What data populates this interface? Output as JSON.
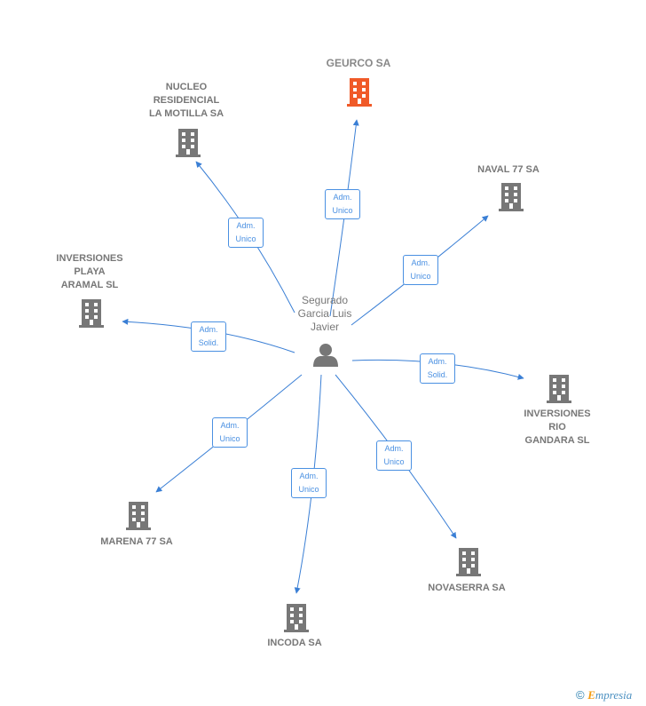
{
  "center": {
    "label": "Segurado\nGarcia Luis\nJavier"
  },
  "companies": [
    {
      "id": "geurco",
      "label": "GEURCO SA",
      "highlight": true
    },
    {
      "id": "nucleo",
      "label": "NUCLEO\nRESIDENCIAL\nLA MOTILLA SA",
      "highlight": false
    },
    {
      "id": "naval",
      "label": "NAVAL 77 SA",
      "highlight": false
    },
    {
      "id": "playa",
      "label": "INVERSIONES\nPLAYA\nARAMAL SL",
      "highlight": false
    },
    {
      "id": "rio",
      "label": "INVERSIONES\nRIO\nGANDARA SL",
      "highlight": false
    },
    {
      "id": "marena",
      "label": "MARENA 77 SA",
      "highlight": false
    },
    {
      "id": "novaserra",
      "label": "NOVASERRA SA",
      "highlight": false
    },
    {
      "id": "incoda",
      "label": "INCODA SA",
      "highlight": false
    }
  ],
  "roles": {
    "geurco": "Adm.\nUnico",
    "nucleo": "Adm.\nUnico",
    "naval": "Adm.\nUnico",
    "playa": "Adm.\nSolid.",
    "rio": "Adm.\nSolid.",
    "marena": "Adm.\nUnico",
    "novaserra": "Adm.\nUnico",
    "incoda": "Adm.\nUnico"
  },
  "colors": {
    "edge": "#3a7fd5",
    "building": "#777777",
    "building_highlight": "#f05a28",
    "person": "#777777"
  },
  "footer": {
    "copyright": "©",
    "brand_first": "E",
    "brand_rest": "mpresia"
  }
}
